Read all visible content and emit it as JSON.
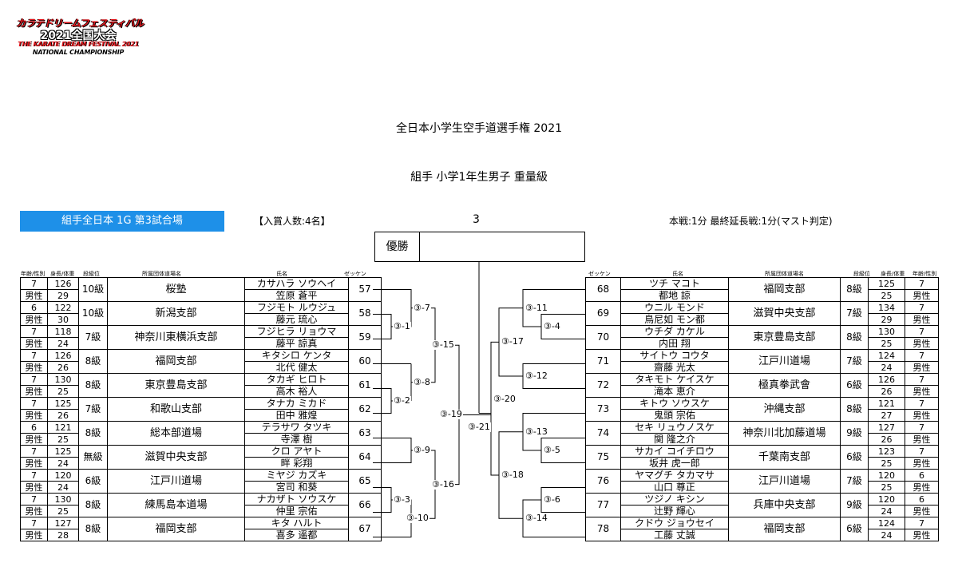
{
  "logo": {
    "line1": "カラテドリームフェスティバル",
    "line2": "2021全国大会",
    "line3": "THE KARATE DREAM FESTIVAL 2021",
    "line4": "NATIONAL CHAMPIONSHIP"
  },
  "title": "全日本小学生空手道選手権 2021",
  "subtitle": "組手 小学1年生男子 重量級",
  "court": "組手全日本 1G 第3試合場",
  "winners_count": "【入賞人数:4名】",
  "round_number": "3",
  "rules": "本戦:1分 最終延長戦:1分(マスト判定)",
  "champion_label": "優勝",
  "headers": {
    "age_sex": "年齢/性別",
    "height_weight": "身長/体重",
    "rank": "段級位",
    "club": "所属団体道場名",
    "name": "氏名",
    "zekken": "ゼッケン"
  },
  "left": [
    {
      "age": "7",
      "sex": "男性",
      "height": "126",
      "weight": "29",
      "rank": "10級",
      "club": "桜塾",
      "kana": "カサハラ ソウヘイ",
      "name": "笠原 蒼平",
      "zekken": "57"
    },
    {
      "age": "6",
      "sex": "男性",
      "height": "122",
      "weight": "30",
      "rank": "10級",
      "club": "新潟支部",
      "kana": "フジモト ルウジュ",
      "name": "藤元 琉心",
      "zekken": "58"
    },
    {
      "age": "7",
      "sex": "男性",
      "height": "118",
      "weight": "24",
      "rank": "7級",
      "club": "神奈川東横浜支部",
      "kana": "フジヒラ リョウマ",
      "name": "藤平 諒真",
      "zekken": "59"
    },
    {
      "age": "7",
      "sex": "男性",
      "height": "126",
      "weight": "26",
      "rank": "8級",
      "club": "福岡支部",
      "kana": "キタシロ ケンタ",
      "name": "北代 健太",
      "zekken": "60"
    },
    {
      "age": "7",
      "sex": "男性",
      "height": "130",
      "weight": "25",
      "rank": "8級",
      "club": "東京豊島支部",
      "kana": "タカギ ヒロト",
      "name": "高木 裕人",
      "zekken": "61"
    },
    {
      "age": "7",
      "sex": "男性",
      "height": "125",
      "weight": "26",
      "rank": "7級",
      "club": "和歌山支部",
      "kana": "タナカ ミカド",
      "name": "田中 雅煌",
      "zekken": "62"
    },
    {
      "age": "6",
      "sex": "男性",
      "height": "121",
      "weight": "25",
      "rank": "8級",
      "club": "総本部道場",
      "kana": "テラサワ タツキ",
      "name": "寺澤 樹",
      "zekken": "63"
    },
    {
      "age": "7",
      "sex": "男性",
      "height": "125",
      "weight": "24",
      "rank": "無級",
      "club": "滋賀中央支部",
      "kana": "クロ アヤト",
      "name": "畔 彩翔",
      "zekken": "64"
    },
    {
      "age": "7",
      "sex": "男性",
      "height": "120",
      "weight": "24",
      "rank": "6級",
      "club": "江戸川道場",
      "kana": "ミヤジ カズキ",
      "name": "宮司 和葵",
      "zekken": "65"
    },
    {
      "age": "7",
      "sex": "男性",
      "height": "130",
      "weight": "25",
      "rank": "8級",
      "club": "練馬島本道場",
      "kana": "ナカザト ソウスケ",
      "name": "仲里 宗佑",
      "zekken": "66"
    },
    {
      "age": "7",
      "sex": "男性",
      "height": "127",
      "weight": "28",
      "rank": "8級",
      "club": "福岡支部",
      "kana": "キタ ハルト",
      "name": "喜多 遥都",
      "zekken": "67"
    }
  ],
  "right": [
    {
      "zekken": "68",
      "kana": "ツチ マコト",
      "name": "都地 諒",
      "club": "福岡支部",
      "rank": "8級",
      "height": "125",
      "weight": "25",
      "age": "7",
      "sex": "男性"
    },
    {
      "zekken": "69",
      "kana": "ウニル モンド",
      "name": "鳥尼如 モン都",
      "club": "滋賀中央支部",
      "rank": "7級",
      "height": "134",
      "weight": "29",
      "age": "7",
      "sex": "男性"
    },
    {
      "zekken": "70",
      "kana": "ウチダ カケル",
      "name": "内田 翔",
      "club": "東京豊島支部",
      "rank": "8級",
      "height": "130",
      "weight": "25",
      "age": "7",
      "sex": "男性"
    },
    {
      "zekken": "71",
      "kana": "サイトウ コウタ",
      "name": "齋藤 光太",
      "club": "江戸川道場",
      "rank": "7級",
      "height": "124",
      "weight": "24",
      "age": "7",
      "sex": "男性"
    },
    {
      "zekken": "72",
      "kana": "タキモト ケイスケ",
      "name": "滝本 恵介",
      "club": "極真拳武會",
      "rank": "6級",
      "height": "126",
      "weight": "26",
      "age": "7",
      "sex": "男性"
    },
    {
      "zekken": "73",
      "kana": "キトウ ソウスケ",
      "name": "鬼頭 宗佑",
      "club": "沖縄支部",
      "rank": "8級",
      "height": "121",
      "weight": "27",
      "age": "7",
      "sex": "男性"
    },
    {
      "zekken": "74",
      "kana": "セキ リュウノスケ",
      "name": "関 隆之介",
      "club": "神奈川北加藤道場",
      "rank": "9級",
      "height": "127",
      "weight": "26",
      "age": "7",
      "sex": "男性"
    },
    {
      "zekken": "75",
      "kana": "サカイ コイチロウ",
      "name": "坂井 虎一郎",
      "club": "千葉南支部",
      "rank": "6級",
      "height": "123",
      "weight": "25",
      "age": "7",
      "sex": "男性"
    },
    {
      "zekken": "76",
      "kana": "ヤマグチ タカマサ",
      "name": "山口 尊正",
      "club": "江戸川道場",
      "rank": "7級",
      "height": "120",
      "weight": "25",
      "age": "6",
      "sex": "男性"
    },
    {
      "zekken": "77",
      "kana": "ツジノ キシン",
      "name": "辻野 輝心",
      "club": "兵庫中央支部",
      "rank": "9級",
      "height": "120",
      "weight": "24",
      "age": "6",
      "sex": "男性"
    },
    {
      "zekken": "78",
      "kana": "クドウ ジョウセイ",
      "name": "工藤 丈誠",
      "club": "福岡支部",
      "rank": "6級",
      "height": "124",
      "weight": "24",
      "age": "7",
      "sex": "男性"
    }
  ],
  "matches": [
    "③-1",
    "③-2",
    "③-3",
    "③-4",
    "③-5",
    "③-6",
    "③-7",
    "③-8",
    "③-9",
    "③-10",
    "③-11",
    "③-12",
    "③-13",
    "③-14",
    "③-15",
    "③-16",
    "③-17",
    "③-18",
    "③-19",
    "③-20",
    "③-21"
  ]
}
